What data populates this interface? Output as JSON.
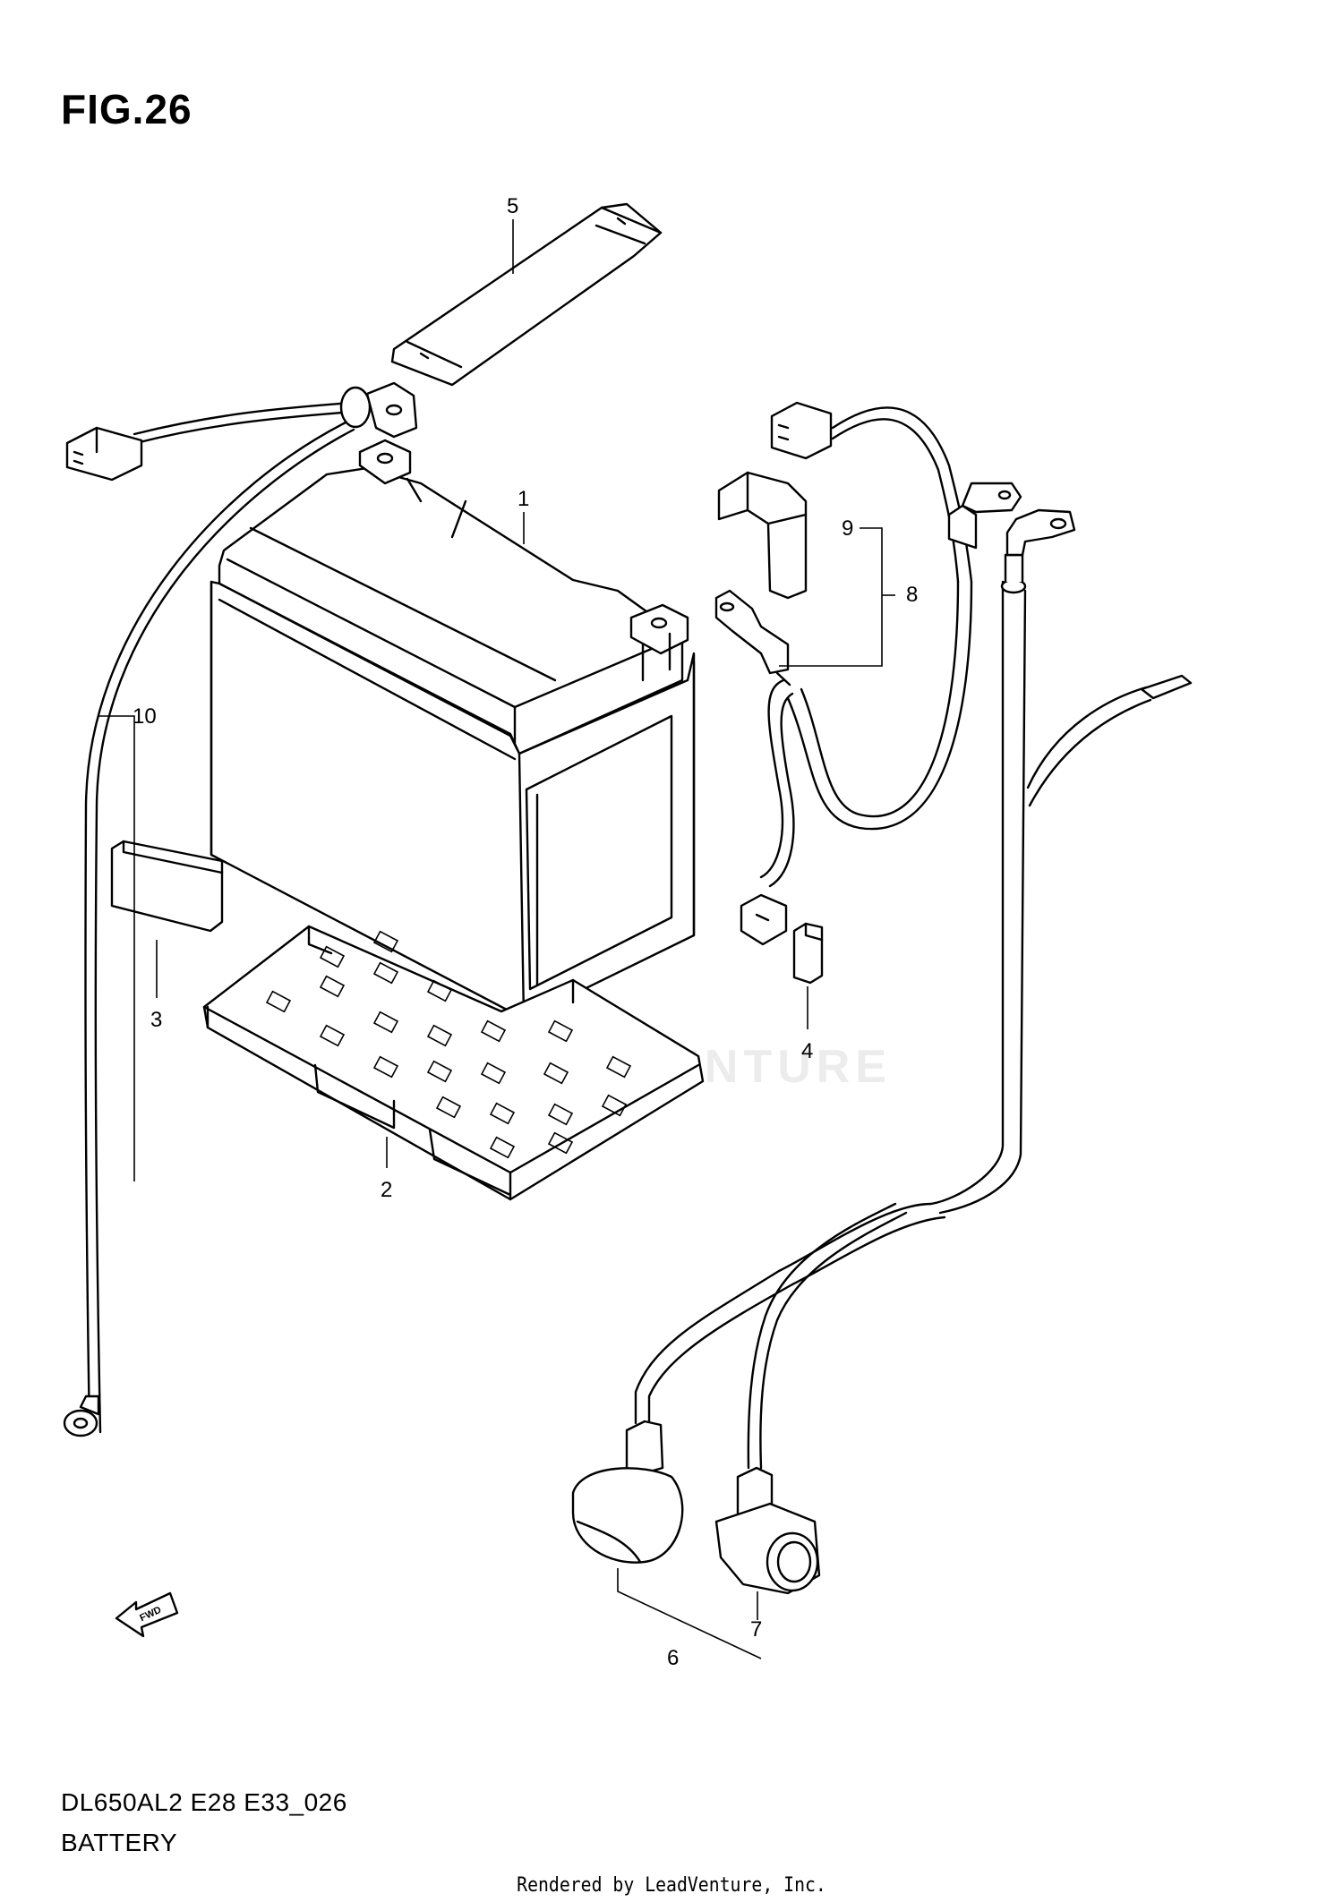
{
  "figure": {
    "title": "FIG.26"
  },
  "callouts": {
    "c1": "1",
    "c2": "2",
    "c3": "3",
    "c4": "4",
    "c5": "5",
    "c6": "6",
    "c7": "7",
    "c8": "8",
    "c9": "9",
    "c10": "10"
  },
  "footer": {
    "model_code": "DL650AL2 E28 E33_026",
    "section_name": "BATTERY",
    "rendered_by": "Rendered by LeadVenture, Inc."
  },
  "watermark": {
    "text": "LEADVENTURE"
  },
  "icons": {
    "fwd_arrow": "fwd-arrow-icon",
    "fwd_label": "FWD"
  }
}
